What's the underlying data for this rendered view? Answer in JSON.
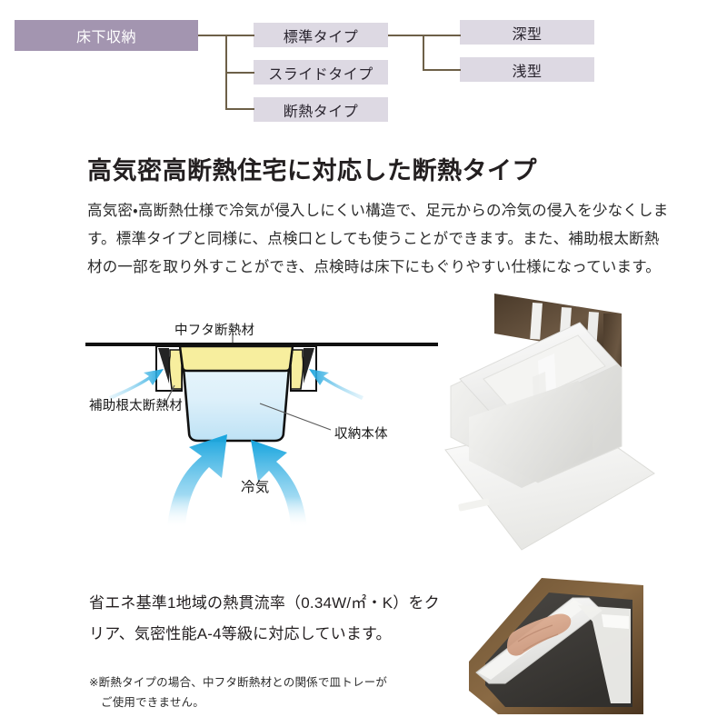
{
  "hierarchy": {
    "root": "床下収納",
    "middle": [
      "標準タイプ",
      "スライドタイプ",
      "断熱タイプ"
    ],
    "leaves": [
      "深型",
      "浅型"
    ],
    "colors": {
      "root_bg": "#a395b0",
      "root_text": "#ffffff",
      "node_bg": "#ddd9e3",
      "node_text": "#2b2630",
      "connector": "#6d6048"
    }
  },
  "heading": "高気密高断熱住宅に対応した断熱タイプ",
  "lead_paragraph": "高気密・高断熱仕様で冷気が侵入しにくい構造で、足元からの冷気の侵入を少なくします。標準タイプと同様に、点検口としても使うことができます。また、補助根太断熱材の一部を取り外すことができ、点検時は床下にもぐりやすい仕様になっています。",
  "figure": {
    "labels": {
      "lid": "中フタ断熱材",
      "joist": "補助根太断熱材",
      "body": "収納本体",
      "cold_air": "冷気"
    },
    "colors": {
      "insulation": "#f7ee9e",
      "box_top": "#e8f4fb",
      "box_bottom": "#bfe2f5",
      "arrow": "#16a4dd",
      "outline": "#1a1a1a"
    }
  },
  "spec_text": "省エネ基準1地域の熱貫流率（0.34W/㎡・K）をクリア、気密性能A-4等級に対応しています。",
  "note": {
    "line1": "※断熱タイプの場合、中フタ断熱材との関係で皿トレーが",
    "line2": "ご使用できません。"
  },
  "photos": {
    "top": "floor-storage-unit-open-photo",
    "bottom": "hand-removing-insulation-photo"
  }
}
